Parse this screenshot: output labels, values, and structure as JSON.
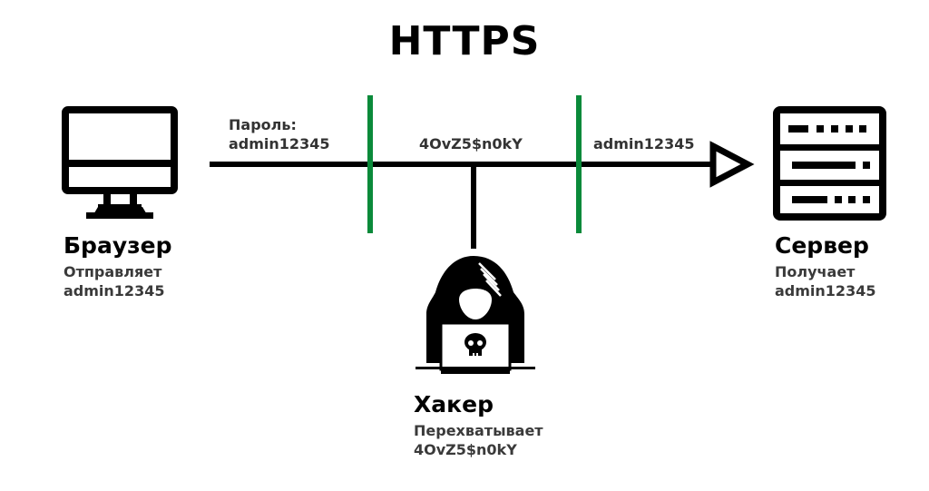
{
  "title": "HTTPS",
  "colors": {
    "line": "#000000",
    "encryption_bar": "#0a8a3a",
    "text_dark": "#000000",
    "text_sub": "#3a3a3a"
  },
  "browser": {
    "icon": "monitor-icon",
    "title": "Браузер",
    "sub_line1": "Отправляет",
    "sub_line2": "admin12345"
  },
  "server": {
    "icon": "server-icon",
    "title": "Сервер",
    "sub_line1": "Получает",
    "sub_line2": "admin12345"
  },
  "hacker": {
    "icon": "hacker-icon",
    "title": "Хакер",
    "sub_line1": "Перехватывает",
    "sub_line2": "4OvZ5$n0kY"
  },
  "segments": {
    "left_label_line1": "Пароль:",
    "left_label_line2": "admin12345",
    "middle_label": "4OvZ5$n0kY",
    "right_label": "admin12345"
  }
}
